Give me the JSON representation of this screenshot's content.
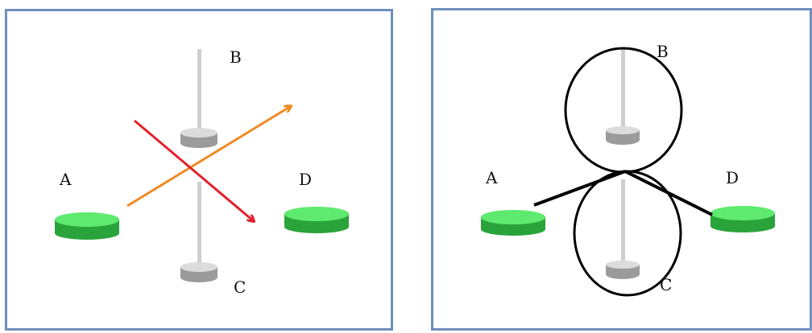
{
  "labels": {
    "a": "A",
    "b": "B",
    "c": "C",
    "d": "D"
  },
  "colors": {
    "frame": "#6f8fbd",
    "pad_top": "#5eea6e",
    "pad_side": "#2aa33a",
    "pole": "#cfcfcf",
    "base_top": "#dcdcdc",
    "base_side": "#9b9b9b",
    "arrow_orange": "#f08a24",
    "arrow_red": "#e3202b",
    "stroke_black": "#000000"
  }
}
